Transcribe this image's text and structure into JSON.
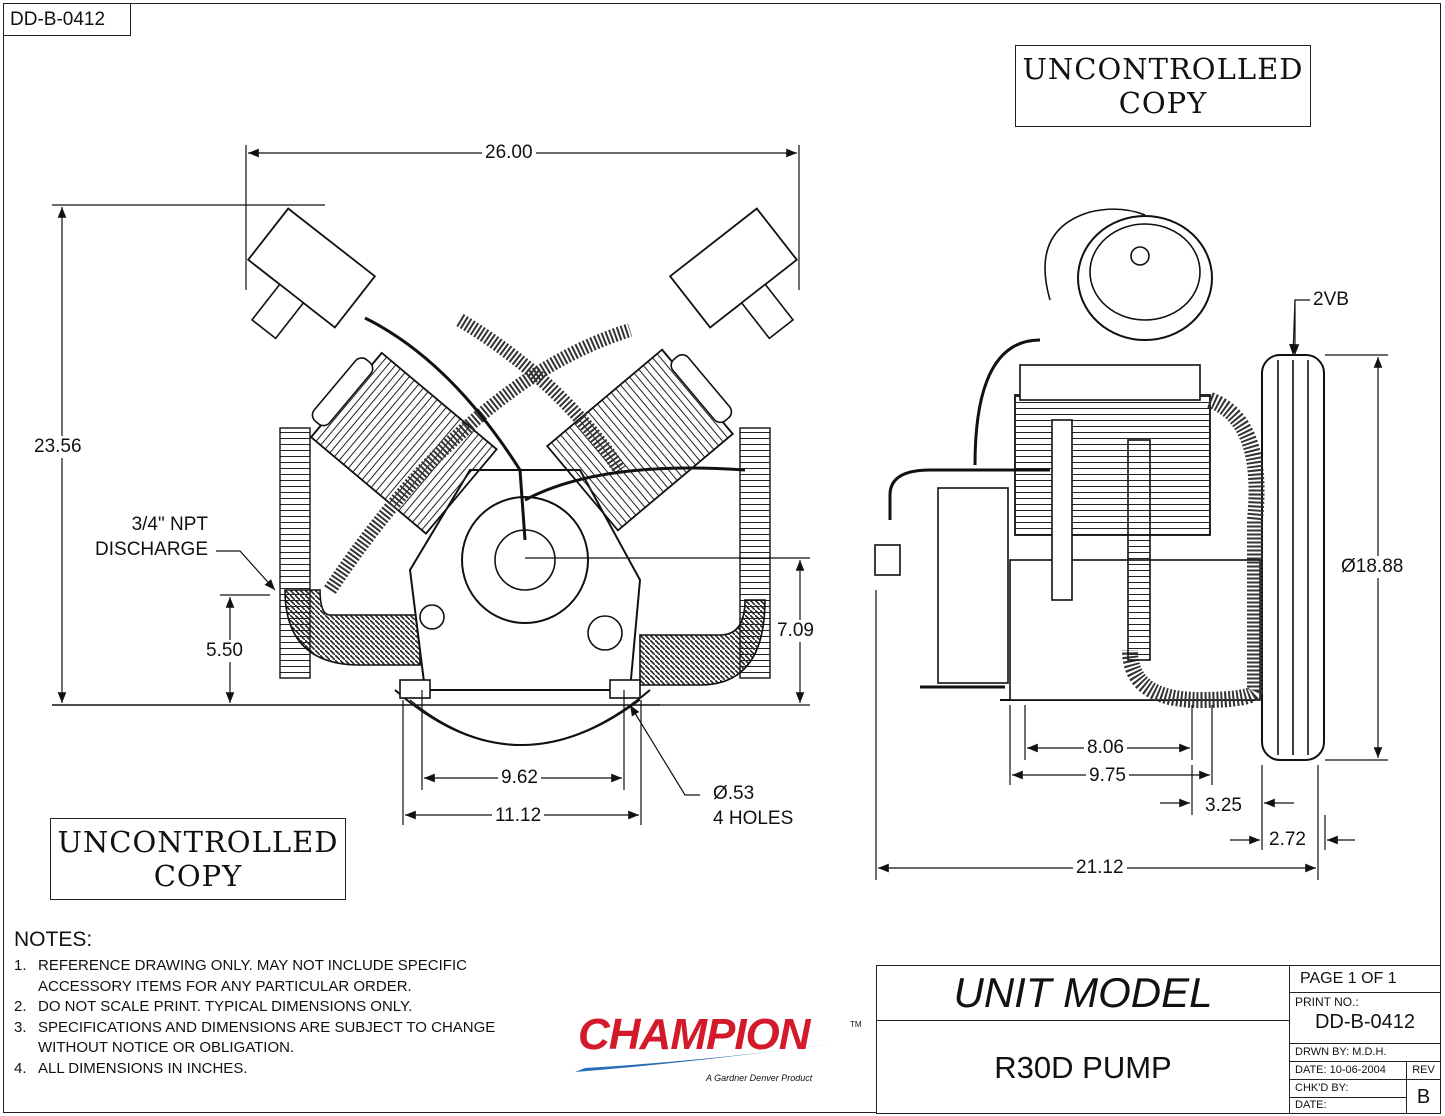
{
  "drawing_number_tab": "DD-B-0412",
  "stamps": {
    "top_right": [
      "UNCONTROLLED",
      "COPY"
    ],
    "bottom_left": [
      "UNCONTROLLED",
      "COPY"
    ]
  },
  "front_view": {
    "dims": {
      "overall_width": "26.00",
      "overall_height": "23.56",
      "discharge_height": "5.50",
      "shaft_height": "7.09",
      "inner_mount": "9.62",
      "outer_mount": "11.12",
      "hole_size": "Ø.53",
      "hole_count": "4 HOLES"
    },
    "discharge_label": [
      "3/4\" NPT",
      "DISCHARGE"
    ]
  },
  "side_view": {
    "dims": {
      "pulley_groove": "2VB",
      "pulley_dia": "Ø18.88",
      "inner_mount": "8.06",
      "outer_mount": "9.75",
      "shaft_offset": "3.25",
      "pulley_width": "2.72",
      "overall_depth": "21.12"
    }
  },
  "notes": {
    "title": "NOTES:",
    "items": [
      {
        "num": "1.",
        "text": "REFERENCE DRAWING ONLY.  MAY NOT INCLUDE SPECIFIC ACCESSORY ITEMS FOR ANY PARTICULAR ORDER."
      },
      {
        "num": "2.",
        "text": "DO NOT SCALE PRINT.  TYPICAL DIMENSIONS ONLY."
      },
      {
        "num": "3.",
        "text": "SPECIFICATIONS AND DIMENSIONS ARE SUBJECT TO CHANGE WITHOUT NOTICE OR OBLIGATION."
      },
      {
        "num": "4.",
        "text": "ALL DIMENSIONS IN INCHES."
      }
    ]
  },
  "logo": {
    "name": "CHAMPION",
    "tm": "TM",
    "tagline": "A Gardner Denver Product",
    "color": "#d31a2a",
    "swoosh_color": "#2a6db5"
  },
  "title_block": {
    "unit_model_label": "UNIT MODEL",
    "model": "R30D PUMP",
    "page": "PAGE 1 OF 1",
    "print_no_label": "PRINT NO.:",
    "print_no": "DD-B-0412",
    "drawn_by": "DRWN BY: M.D.H.",
    "date": "DATE: 10-06-2004",
    "rev_label": "REV",
    "checked_by": "CHK'D BY:",
    "date2": "DATE:",
    "rev": "B"
  }
}
